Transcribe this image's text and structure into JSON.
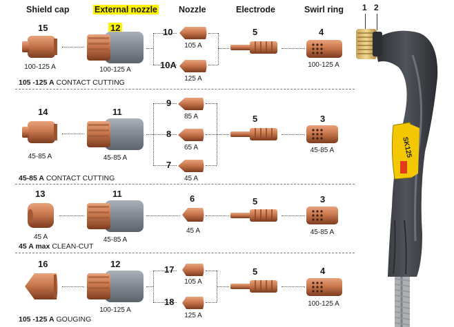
{
  "headers": {
    "shield_cap": "Shield cap",
    "external_nozzle": "External nozzle",
    "nozzle": "Nozzle",
    "electrode": "Electrode",
    "swirl_ring": "Swirl ring"
  },
  "torch": {
    "label": "SK125",
    "callout_1": "1",
    "callout_2": "2"
  },
  "rows": [
    {
      "group": {
        "range": "105 -125 A",
        "mode": "CONTACT CUTTING"
      },
      "shield_cap": {
        "num": "15",
        "amp": "100-125 A"
      },
      "external_nozzle": {
        "num": "12",
        "amp": "100-125 A"
      },
      "nozzles": [
        {
          "num": "10",
          "amp": "105 A"
        },
        {
          "num": "10A",
          "amp": "125 A"
        }
      ],
      "electrode": {
        "num": "5"
      },
      "swirl_ring": {
        "num": "4",
        "amp": "100-125 A"
      }
    },
    {
      "group": {
        "range": "45-85 A",
        "mode": "CONTACT CUTTING"
      },
      "shield_cap": {
        "num": "14",
        "amp": "45-85 A"
      },
      "external_nozzle": {
        "num": "11",
        "amp": "45-85 A"
      },
      "nozzles": [
        {
          "num": "9",
          "amp": "85 A"
        },
        {
          "num": "8",
          "amp": "65 A"
        },
        {
          "num": "7",
          "amp": "45 A"
        }
      ],
      "electrode": {
        "num": "5"
      },
      "swirl_ring": {
        "num": "3",
        "amp": "45-85 A"
      }
    },
    {
      "group": {
        "range": "45 A max",
        "mode": "CLEAN-CUT"
      },
      "shield_cap": {
        "num": "13",
        "amp": "45 A"
      },
      "external_nozzle": {
        "num": "11",
        "amp": "45-85 A"
      },
      "nozzles": [
        {
          "num": "6",
          "amp": "45 A"
        }
      ],
      "electrode": {
        "num": "5"
      },
      "swirl_ring": {
        "num": "3",
        "amp": "45-85 A"
      }
    },
    {
      "group": {
        "range": "105 -125 A",
        "mode": "GOUGING"
      },
      "shield_cap": {
        "num": "16",
        "amp": ""
      },
      "external_nozzle": {
        "num": "12",
        "amp": "100-125 A"
      },
      "nozzles": [
        {
          "num": "17",
          "amp": "105 A"
        },
        {
          "num": "18",
          "amp": "125 A"
        }
      ],
      "electrode": {
        "num": "5"
      },
      "swirl_ring": {
        "num": "4",
        "amp": "100-125 A"
      }
    }
  ],
  "colors": {
    "copper": "#c8774d",
    "copper_dark": "#8a4525",
    "grey_nozzle": "#7f8893",
    "torch_body": "#3c3f44",
    "trigger": "#f3c800",
    "highlight": "#fff200"
  }
}
